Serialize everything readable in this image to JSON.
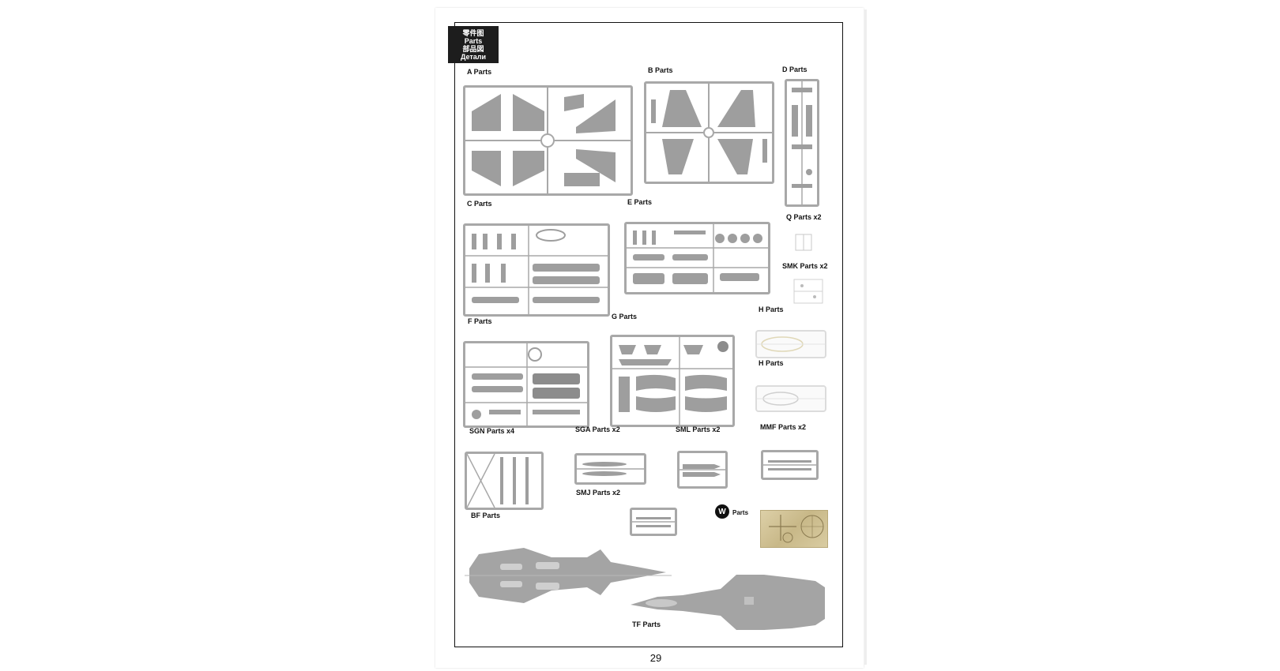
{
  "header": {
    "title_cn": "零件图",
    "title_en": "Parts",
    "title_jp": "部品図",
    "title_ru": "Детали"
  },
  "labels": {
    "a": "A  Parts",
    "b": "B  Parts",
    "d": "D  Parts",
    "c": "C  Parts",
    "e": "E  Parts",
    "q": "Q  Parts x2",
    "smk": "SMK  Parts x2",
    "f": "F  Parts",
    "g": "G  Parts",
    "h1": "H  Parts",
    "h2": "H  Parts",
    "sgn": "SGN  Parts x4",
    "sga": "SGA Parts x2",
    "sml": "SML  Parts x2",
    "mmf": "MMF  Parts x2",
    "smj": "SMJ  Parts x2",
    "w": "Parts",
    "bf": "BF  Parts",
    "tf": "TF  Parts"
  },
  "w_badge": "W",
  "page_number": "29",
  "colors": {
    "sprue": "#a8a8a8",
    "part": "#9e9e9e",
    "clear": "#dcdcdc",
    "photo_etch": "#cfc096"
  }
}
